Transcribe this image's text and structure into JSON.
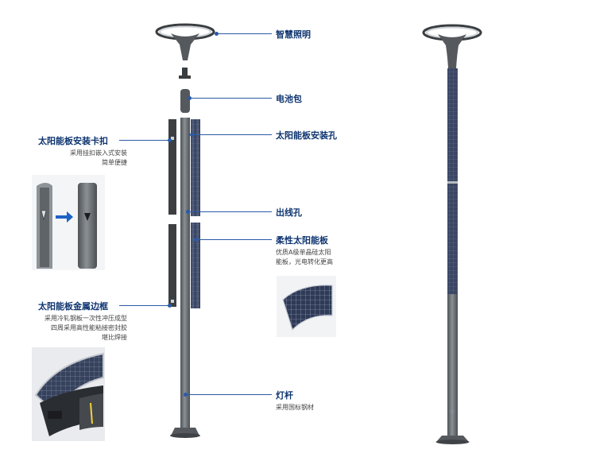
{
  "labels": {
    "smart_lighting": "智慧照明",
    "battery_pack": "电池包",
    "panel_mount_hole": "太阳能板安装孔",
    "outlet_hole": "出线孔",
    "flexible_panel": "柔性太阳能板",
    "flexible_panel_desc": [
      "优质A级单晶硅太阳",
      "能板，光电转化更高"
    ],
    "pole": "灯杆",
    "pole_desc": "采用国标钢材",
    "panel_clip": "太阳能板安装卡扣",
    "panel_clip_desc": [
      "采用挂扣嵌入式安装",
      "简单便捷"
    ],
    "metal_frame": "太阳能板金属边框",
    "metal_frame_desc": [
      "采用冷轧钢板一次性冲压成型",
      "四周采用高性能粘接密封胶",
      "堪比焊接"
    ]
  },
  "colors": {
    "title": "#0e3470",
    "leader": "#2a5aa5",
    "pole": "#6f7479",
    "panel": "#3e4a63"
  },
  "icons": [
    "lamp-head-icon",
    "arrow-right-icon"
  ]
}
